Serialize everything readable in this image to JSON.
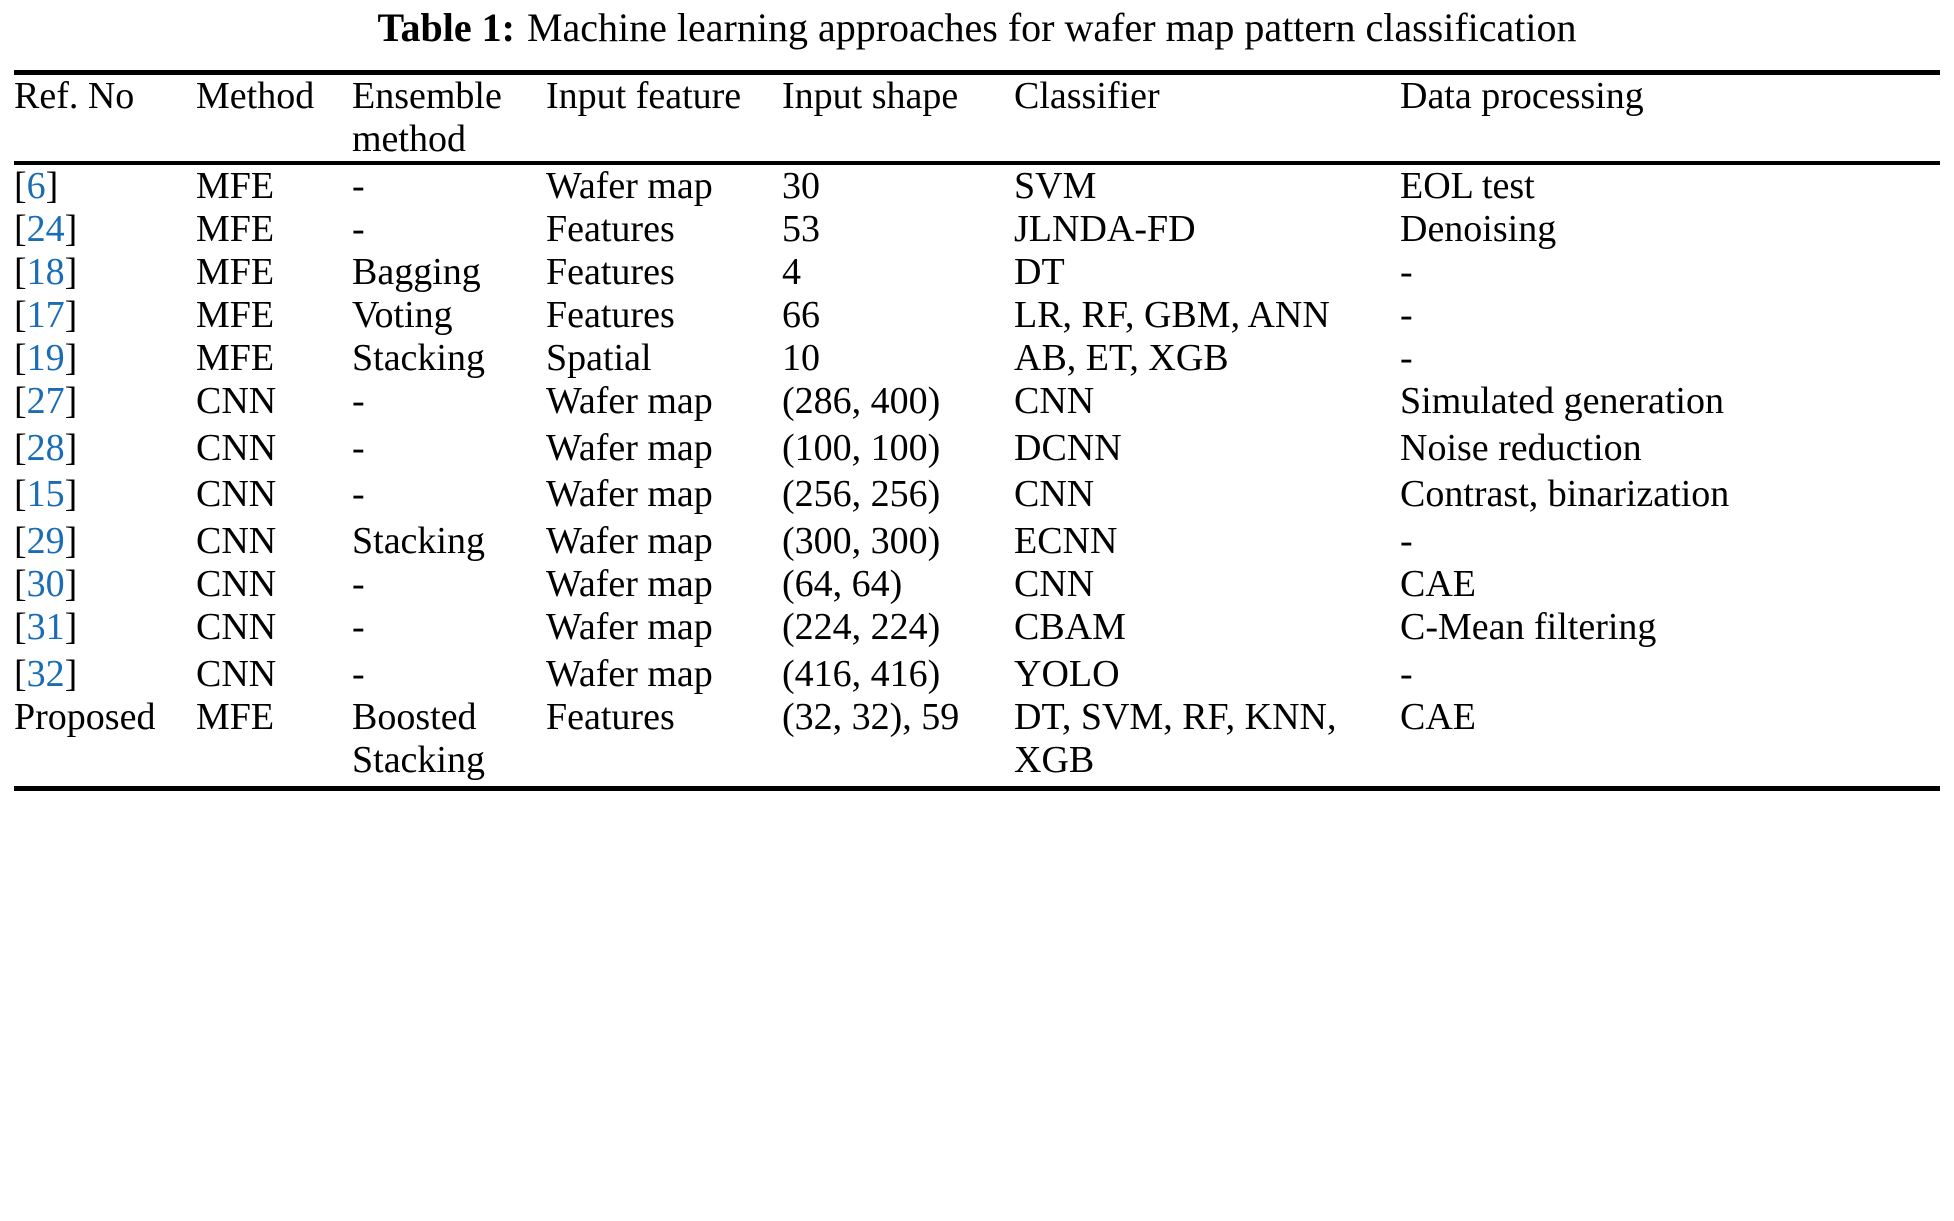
{
  "caption": {
    "label": "Table 1:",
    "text": "Machine learning approaches for wafer map pattern classification"
  },
  "colors": {
    "reference_blue": "#1a6db5",
    "text_black": "#000000",
    "background": "#ffffff"
  },
  "table": {
    "headers": [
      "Ref. No",
      "Method",
      "Ensemble method",
      "Input feature",
      "Input shape",
      "Classifier",
      "Data processing"
    ],
    "rows": [
      {
        "ref_open": "[",
        "ref_num": "6",
        "ref_close": "]",
        "ref_is_link": true,
        "method": "MFE",
        "ensemble": "-",
        "input_feature": "Wafer map",
        "input_shape": "30",
        "classifier": "SVM",
        "data_processing": "EOL test"
      },
      {
        "ref_open": "[",
        "ref_num": "24",
        "ref_close": "]",
        "ref_is_link": true,
        "method": "MFE",
        "ensemble": "-",
        "input_feature": "Features",
        "input_shape": "53",
        "classifier": "JLNDA-FD",
        "data_processing": "Denoising"
      },
      {
        "ref_open": "[",
        "ref_num": "18",
        "ref_close": "]",
        "ref_is_link": true,
        "method": "MFE",
        "ensemble": "Bagging",
        "input_feature": "Features",
        "input_shape": "4",
        "classifier": "DT",
        "data_processing": "-"
      },
      {
        "ref_open": "[",
        "ref_num": "17",
        "ref_close": "]",
        "ref_is_link": true,
        "method": "MFE",
        "ensemble": "Voting",
        "input_feature": "Features",
        "input_shape": "66",
        "classifier": "LR, RF, GBM, ANN",
        "data_processing": "-"
      },
      {
        "ref_open": "[",
        "ref_num": "19",
        "ref_close": "]",
        "ref_is_link": true,
        "method": "MFE",
        "ensemble": "Stacking",
        "input_feature": "Spatial",
        "input_shape": "10",
        "classifier": "AB, ET, XGB",
        "data_processing": "-"
      },
      {
        "ref_open": "[",
        "ref_num": "27",
        "ref_close": "]",
        "ref_is_link": true,
        "method": "CNN",
        "ensemble": "-",
        "input_feature": "Wafer map",
        "input_shape": "(286, 400)",
        "classifier": "CNN",
        "data_processing": "Simulated generation"
      },
      {
        "ref_open": "[",
        "ref_num": "28",
        "ref_close": "]",
        "ref_is_link": true,
        "method": "CNN",
        "ensemble": "-",
        "input_feature": "Wafer map",
        "input_shape": "(100, 100)",
        "classifier": "DCNN",
        "data_processing": "Noise reduction"
      },
      {
        "ref_open": "[",
        "ref_num": "15",
        "ref_close": "]",
        "ref_is_link": true,
        "method": "CNN",
        "ensemble": "-",
        "input_feature": "Wafer map",
        "input_shape": "(256, 256)",
        "classifier": "CNN",
        "data_processing": "Contrast, binarization"
      },
      {
        "ref_open": "[",
        "ref_num": "29",
        "ref_close": "]",
        "ref_is_link": true,
        "method": "CNN",
        "ensemble": "Stacking",
        "input_feature": "Wafer map",
        "input_shape": "(300, 300)",
        "classifier": "ECNN",
        "data_processing": "-"
      },
      {
        "ref_open": "[",
        "ref_num": "30",
        "ref_close": "]",
        "ref_is_link": true,
        "method": "CNN",
        "ensemble": "-",
        "input_feature": "Wafer map",
        "input_shape": "(64, 64)",
        "classifier": "CNN",
        "data_processing": "CAE"
      },
      {
        "ref_open": "[",
        "ref_num": "31",
        "ref_close": "]",
        "ref_is_link": true,
        "method": "CNN",
        "ensemble": "-",
        "input_feature": "Wafer map",
        "input_shape": "(224, 224)",
        "classifier": "CBAM",
        "data_processing": "C-Mean filtering"
      },
      {
        "ref_open": "[",
        "ref_num": "32",
        "ref_close": "]",
        "ref_is_link": true,
        "method": "CNN",
        "ensemble": "-",
        "input_feature": "Wafer map",
        "input_shape": "(416, 416)",
        "classifier": "YOLO",
        "data_processing": "-"
      },
      {
        "ref_open": "",
        "ref_num": "Proposed",
        "ref_close": "",
        "ref_is_link": false,
        "method": "MFE",
        "ensemble": "Boosted Stacking",
        "input_feature": "Features",
        "input_shape": "(32, 32), 59",
        "classifier": "DT, SVM, RF, KNN, XGB",
        "data_processing": "CAE"
      }
    ]
  }
}
